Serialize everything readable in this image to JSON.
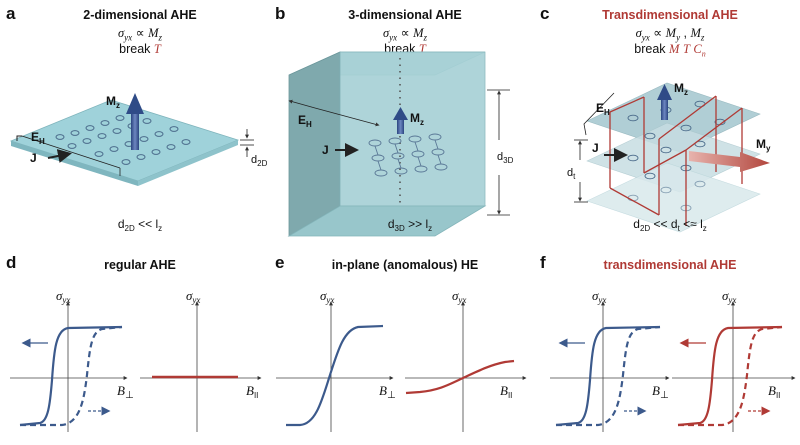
{
  "panels": {
    "a": {
      "letter": "a",
      "title": "2-dimensional AHE",
      "eq_lhs": "σ",
      "eq_sub": "yx",
      "eq_prop": "∝",
      "eq_rhs": "M",
      "eq_rhs_sub": "z",
      "break_word": "break",
      "break_sym": "T",
      "label_mz": "M",
      "label_mz_sub": "z",
      "label_eh": "E",
      "label_eh_sub": "H",
      "label_j": "J",
      "label_d": "d",
      "label_d_sub": "2D",
      "cond_d": "d",
      "cond_d_sub": "2D",
      "cond_op": "<<",
      "cond_l": "l",
      "cond_l_sub": "z"
    },
    "b": {
      "letter": "b",
      "title": "3-dimensional AHE",
      "eq_lhs": "σ",
      "eq_sub": "yx",
      "eq_prop": "∝",
      "eq_rhs": "M",
      "eq_rhs_sub": "z",
      "break_word": "break",
      "break_sym": "T",
      "label_mz": "M",
      "label_mz_sub": "z",
      "label_eh": "E",
      "label_eh_sub": "H",
      "label_j": "J",
      "label_d": "d",
      "label_d_sub": "3D",
      "cond_d": "d",
      "cond_d_sub": "3D",
      "cond_op": ">>",
      "cond_l": "l",
      "cond_l_sub": "z"
    },
    "c": {
      "letter": "c",
      "title": "Transdimensional AHE",
      "eq_lhs": "σ",
      "eq_sub": "yx",
      "eq_prop": "∝",
      "eq_rhs1": "M",
      "eq_rhs1_sub": "y",
      "eq_sep": " , ",
      "eq_rhs2": "M",
      "eq_rhs2_sub": "z",
      "break_word": "break",
      "break_syms": [
        "M",
        "T",
        "C"
      ],
      "break_c_sub": "n",
      "label_mz": "M",
      "label_mz_sub": "z",
      "label_my": "M",
      "label_my_sub": "y",
      "label_eh": "E",
      "label_eh_sub": "H",
      "label_j": "J",
      "label_d": "d",
      "label_d_sub": "t",
      "cond_d": "d",
      "cond_d_sub": "2D",
      "cond_op1": "<<",
      "cond_t": "d",
      "cond_t_sub": "t",
      "cond_op2": "<≈",
      "cond_l": "l",
      "cond_l_sub": "z"
    },
    "d": {
      "letter": "d",
      "title": "regular AHE",
      "y_label": "σ",
      "y_sub": "yx"
    },
    "e": {
      "letter": "e",
      "title": "in-plane (anomalous) HE",
      "y_label": "σ",
      "y_sub": "yx",
      "x_perp": "B",
      "x_perp_sub": "⊥",
      "x_par": "B",
      "x_par_sub": "II"
    },
    "f": {
      "letter": "f",
      "title": "transdimensional AHE",
      "y_label": "σ",
      "y_sub": "yx",
      "x_perp": "B",
      "x_perp_sub": "⊥",
      "x_par": "B",
      "x_par_sub": "II"
    }
  },
  "panel_d_axes": {
    "x_perp": "B",
    "x_perp_sub": "⊥",
    "x_par": "B",
    "x_par_sub": "II"
  },
  "colors": {
    "blue": "#3c5a8c",
    "red": "#b03a35",
    "slab": "#9fd2da",
    "cube": "#a6d0d5"
  }
}
